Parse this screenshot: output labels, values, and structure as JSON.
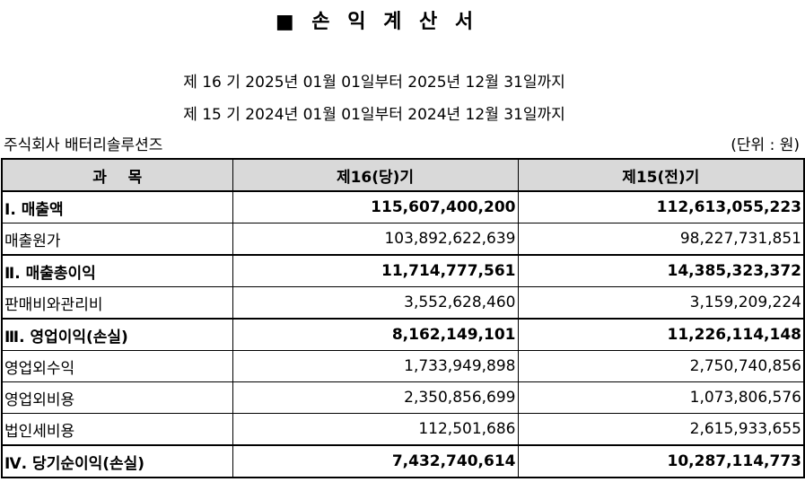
{
  "title": "■ 손 익 계 산 서",
  "periods": [
    "제 16 기 2025년 01월 01일부터 2025년 12월 31일까지",
    "제 15 기 2024년 01월 01일부터 2024년 12월 31일까지"
  ],
  "company": "주식회사 배터리솔루션즈",
  "unit": "(단위 : 원)",
  "table": {
    "headers": [
      "과    목",
      "제16(당)기",
      "제15(전)기"
    ],
    "rows": [
      {
        "label": "Ⅰ. 매출액",
        "current": "115,607,400,200",
        "prior": "112,613,055,223",
        "bold": true
      },
      {
        "label": "매출원가",
        "current": "103,892,622,639",
        "prior": "98,227,731,851",
        "bold": false
      },
      {
        "label": "Ⅱ. 매출총이익",
        "current": "11,714,777,561",
        "prior": "14,385,323,372",
        "bold": true
      },
      {
        "label": "판매비와관리비",
        "current": "3,552,628,460",
        "prior": "3,159,209,224",
        "bold": false
      },
      {
        "label": "Ⅲ. 영업이익(손실)",
        "current": "8,162,149,101",
        "prior": "11,226,114,148",
        "bold": true
      },
      {
        "label": "영업외수익",
        "current": "1,733,949,898",
        "prior": "2,750,740,856",
        "bold": false
      },
      {
        "label": "영업외비용",
        "current": "2,350,856,699",
        "prior": "1,073,806,576",
        "bold": false
      },
      {
        "label": "법인세비용",
        "current": "112,501,686",
        "prior": "2,615,933,655",
        "bold": false
      },
      {
        "label": "Ⅳ. 당기순이익(손실)",
        "current": "7,432,740,614",
        "prior": "10,287,114,773",
        "bold": true
      }
    ]
  }
}
